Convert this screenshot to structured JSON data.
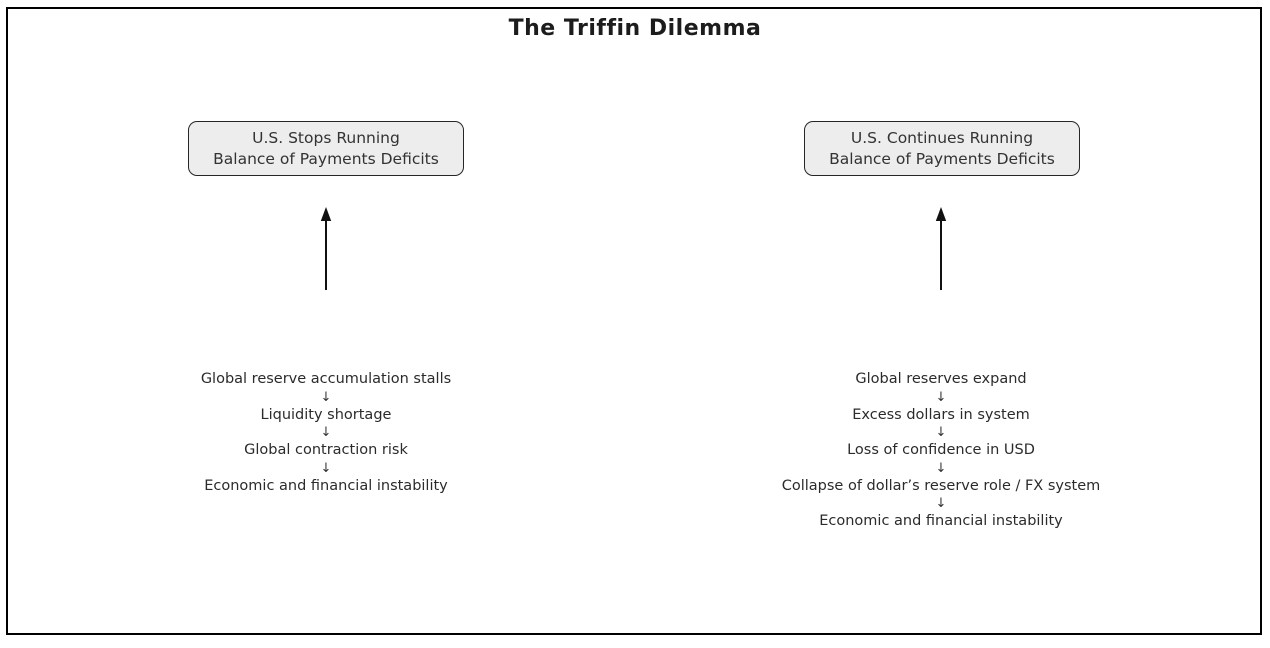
{
  "title": "The Triffin Dilemma",
  "icons": {
    "down_arrow": "↓",
    "up_arrow": "↑"
  },
  "colors": {
    "frame_border": "#000000",
    "box_fill": "#ededed",
    "box_border": "#262626",
    "text": "#2b2b2b"
  },
  "branches": {
    "left": {
      "box": {
        "line1": "U.S. Stops Running",
        "line2": "Balance of Payments Deficits"
      },
      "chain": [
        "Global reserve accumulation stalls",
        "Liquidity shortage",
        "Global contraction risk",
        "Economic and financial instability"
      ]
    },
    "right": {
      "box": {
        "line1": "U.S. Continues Running",
        "line2": "Balance of Payments Deficits"
      },
      "chain": [
        "Global reserves expand",
        "Excess dollars in system",
        "Loss of confidence in USD",
        "Collapse of dollar’s reserve role / FX system",
        "Economic and financial instability"
      ]
    }
  }
}
